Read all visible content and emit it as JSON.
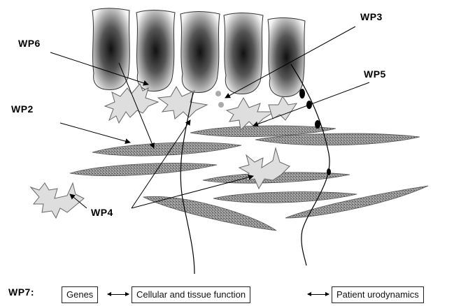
{
  "labels": {
    "wp3": "WP3",
    "wp6": "WP6",
    "wp5": "WP5",
    "wp2": "WP2",
    "wp4": "WP4",
    "wp7": "WP7:"
  },
  "pathway": {
    "box1": "Genes",
    "box2": "Cellular and tissue function",
    "box3": "Patient urodynamics"
  },
  "colors": {
    "ink": "#000000",
    "cell_fill": "#dcdcdc",
    "muscle_fill": "#8a8a8a",
    "urothelium_dark": "#1a1a1a",
    "urothelium_light": "#f2f2f2"
  }
}
